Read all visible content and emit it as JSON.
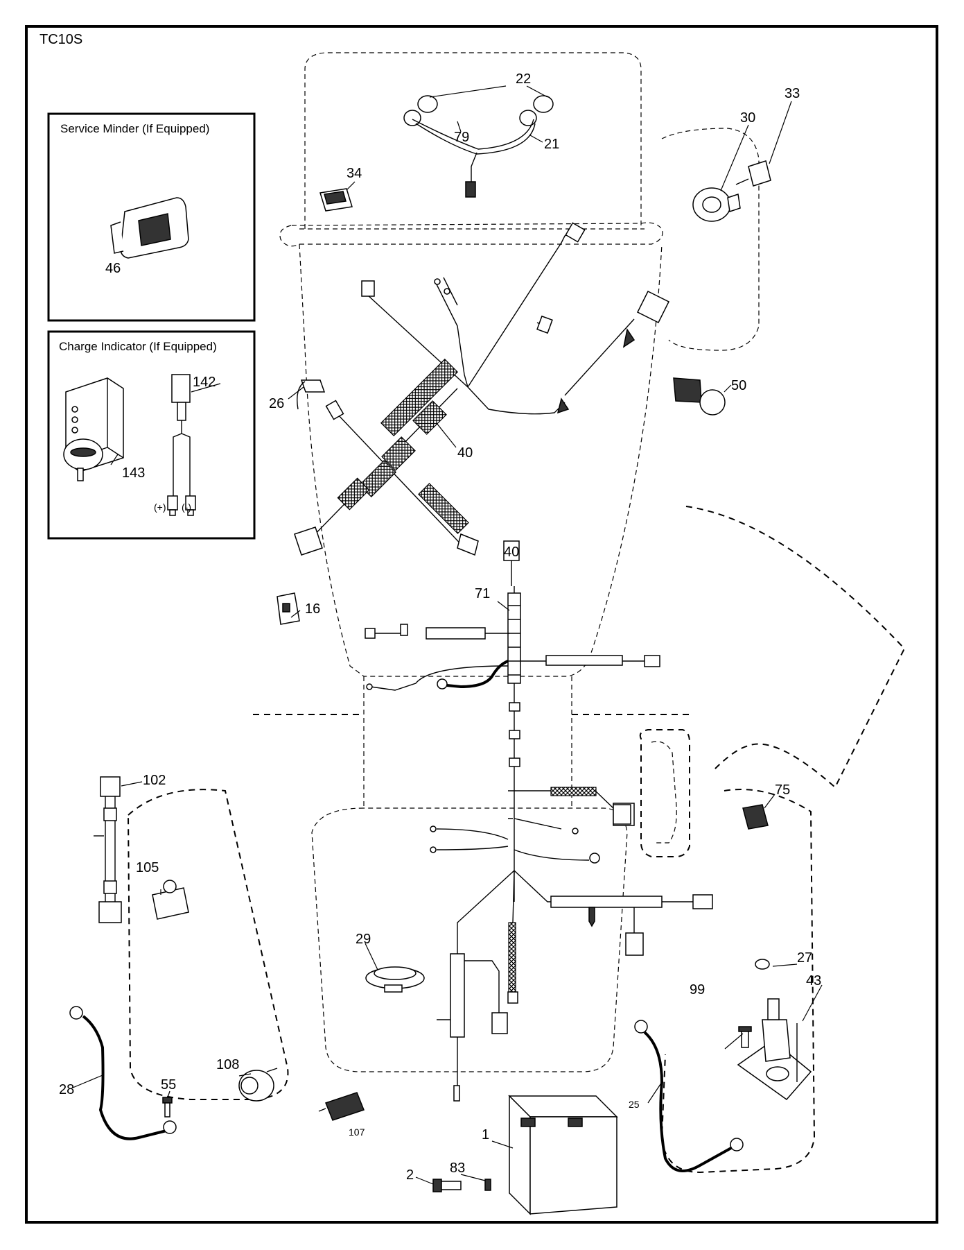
{
  "diagram": {
    "model_code": "TC10S",
    "inset_boxes": [
      {
        "title": "Service Minder (If Equipped)"
      },
      {
        "title": "Charge Indicator (If Equipped)"
      }
    ],
    "terminal_labels": {
      "positive": "(+)",
      "negative": "(-)"
    },
    "part_numbers": [
      "22",
      "33",
      "30",
      "21",
      "79",
      "34",
      "46",
      "50",
      "26",
      "40",
      "142",
      "143",
      "40",
      "71",
      "16",
      "102",
      "75",
      "105",
      "29",
      "27",
      "99",
      "43",
      "108",
      "28",
      "55",
      "107",
      "25",
      "1",
      "2",
      "83"
    ]
  }
}
